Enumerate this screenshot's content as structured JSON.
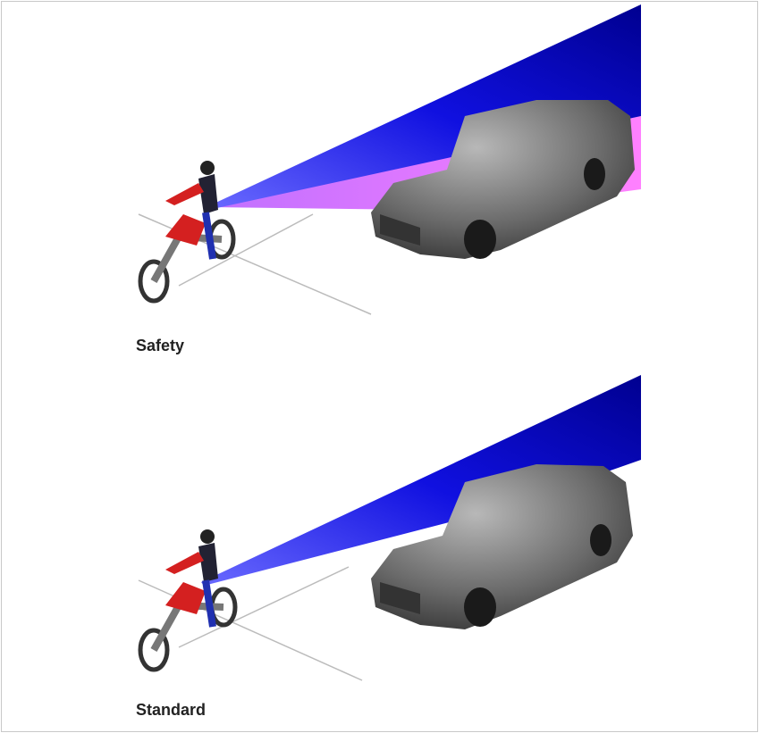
{
  "panels": [
    {
      "label": "Safety",
      "beam": "wide-with-pink-fill"
    },
    {
      "label": "Standard",
      "beam": "narrow-blue"
    }
  ],
  "colors": {
    "beam_blue": "#1a1aff",
    "beam_pink": "#e070ff",
    "car": "#6e6e6e",
    "jacket_red": "#d42020"
  }
}
